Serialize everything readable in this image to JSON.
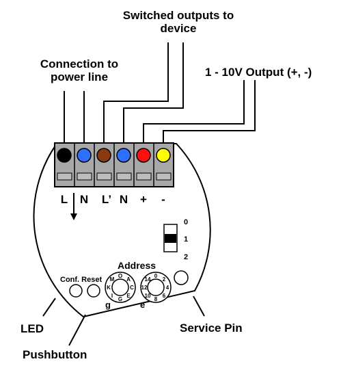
{
  "labels": {
    "switched_outputs_line1": "Switched outputs to",
    "switched_outputs_line2": "device",
    "connection_line1": "Connection to",
    "connection_line2": "power line",
    "analog_output": "1 - 10V Output (+, -)",
    "led": "LED",
    "pushbutton": "Pushbutton",
    "service_pin": "Service Pin",
    "address": "Address",
    "conf_reset": "Conf. Reset"
  },
  "terminals": [
    {
      "label": "L",
      "color": "#000000"
    },
    {
      "label": "N",
      "color": "#2f6fff"
    },
    {
      "label": "L’",
      "color": "#8b3a10"
    },
    {
      "label": "N",
      "color": "#2f6fff"
    },
    {
      "label": "+",
      "color": "#ff1010"
    },
    {
      "label": "-",
      "color": "#ffff00"
    }
  ],
  "dip_switch": {
    "labels": [
      "0",
      "1",
      "2"
    ],
    "selected": "1"
  },
  "dial_left": {
    "chars": [
      "O",
      "A",
      "C",
      "E",
      "G",
      "I",
      "K",
      "M"
    ],
    "label": "g"
  },
  "dial_right": {
    "chars": [
      "0",
      "2",
      "4",
      "6",
      "8",
      "10",
      "12",
      "14"
    ],
    "label": "e"
  },
  "arrow_icon": "down-arrow-icon"
}
